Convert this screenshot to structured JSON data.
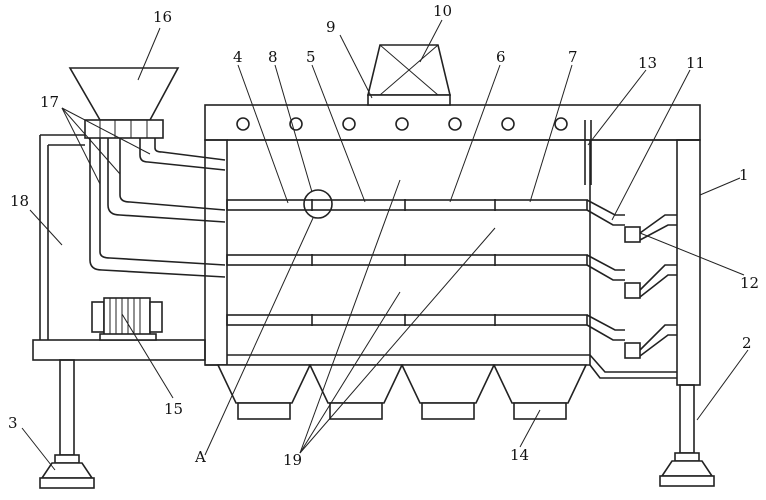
{
  "diagram": {
    "labels": {
      "n1": "1",
      "n2": "2",
      "n3": "3",
      "n4": "4",
      "n5": "5",
      "n6": "6",
      "n7": "7",
      "n8": "8",
      "n9": "9",
      "n10": "10",
      "n11": "11",
      "n12": "12",
      "n13": "13",
      "n14": "14",
      "n15": "15",
      "n16": "16",
      "n17": "17",
      "n18": "18",
      "n19": "19",
      "a": "A"
    }
  },
  "colors": {
    "line": "#222222",
    "background": "#ffffff"
  }
}
